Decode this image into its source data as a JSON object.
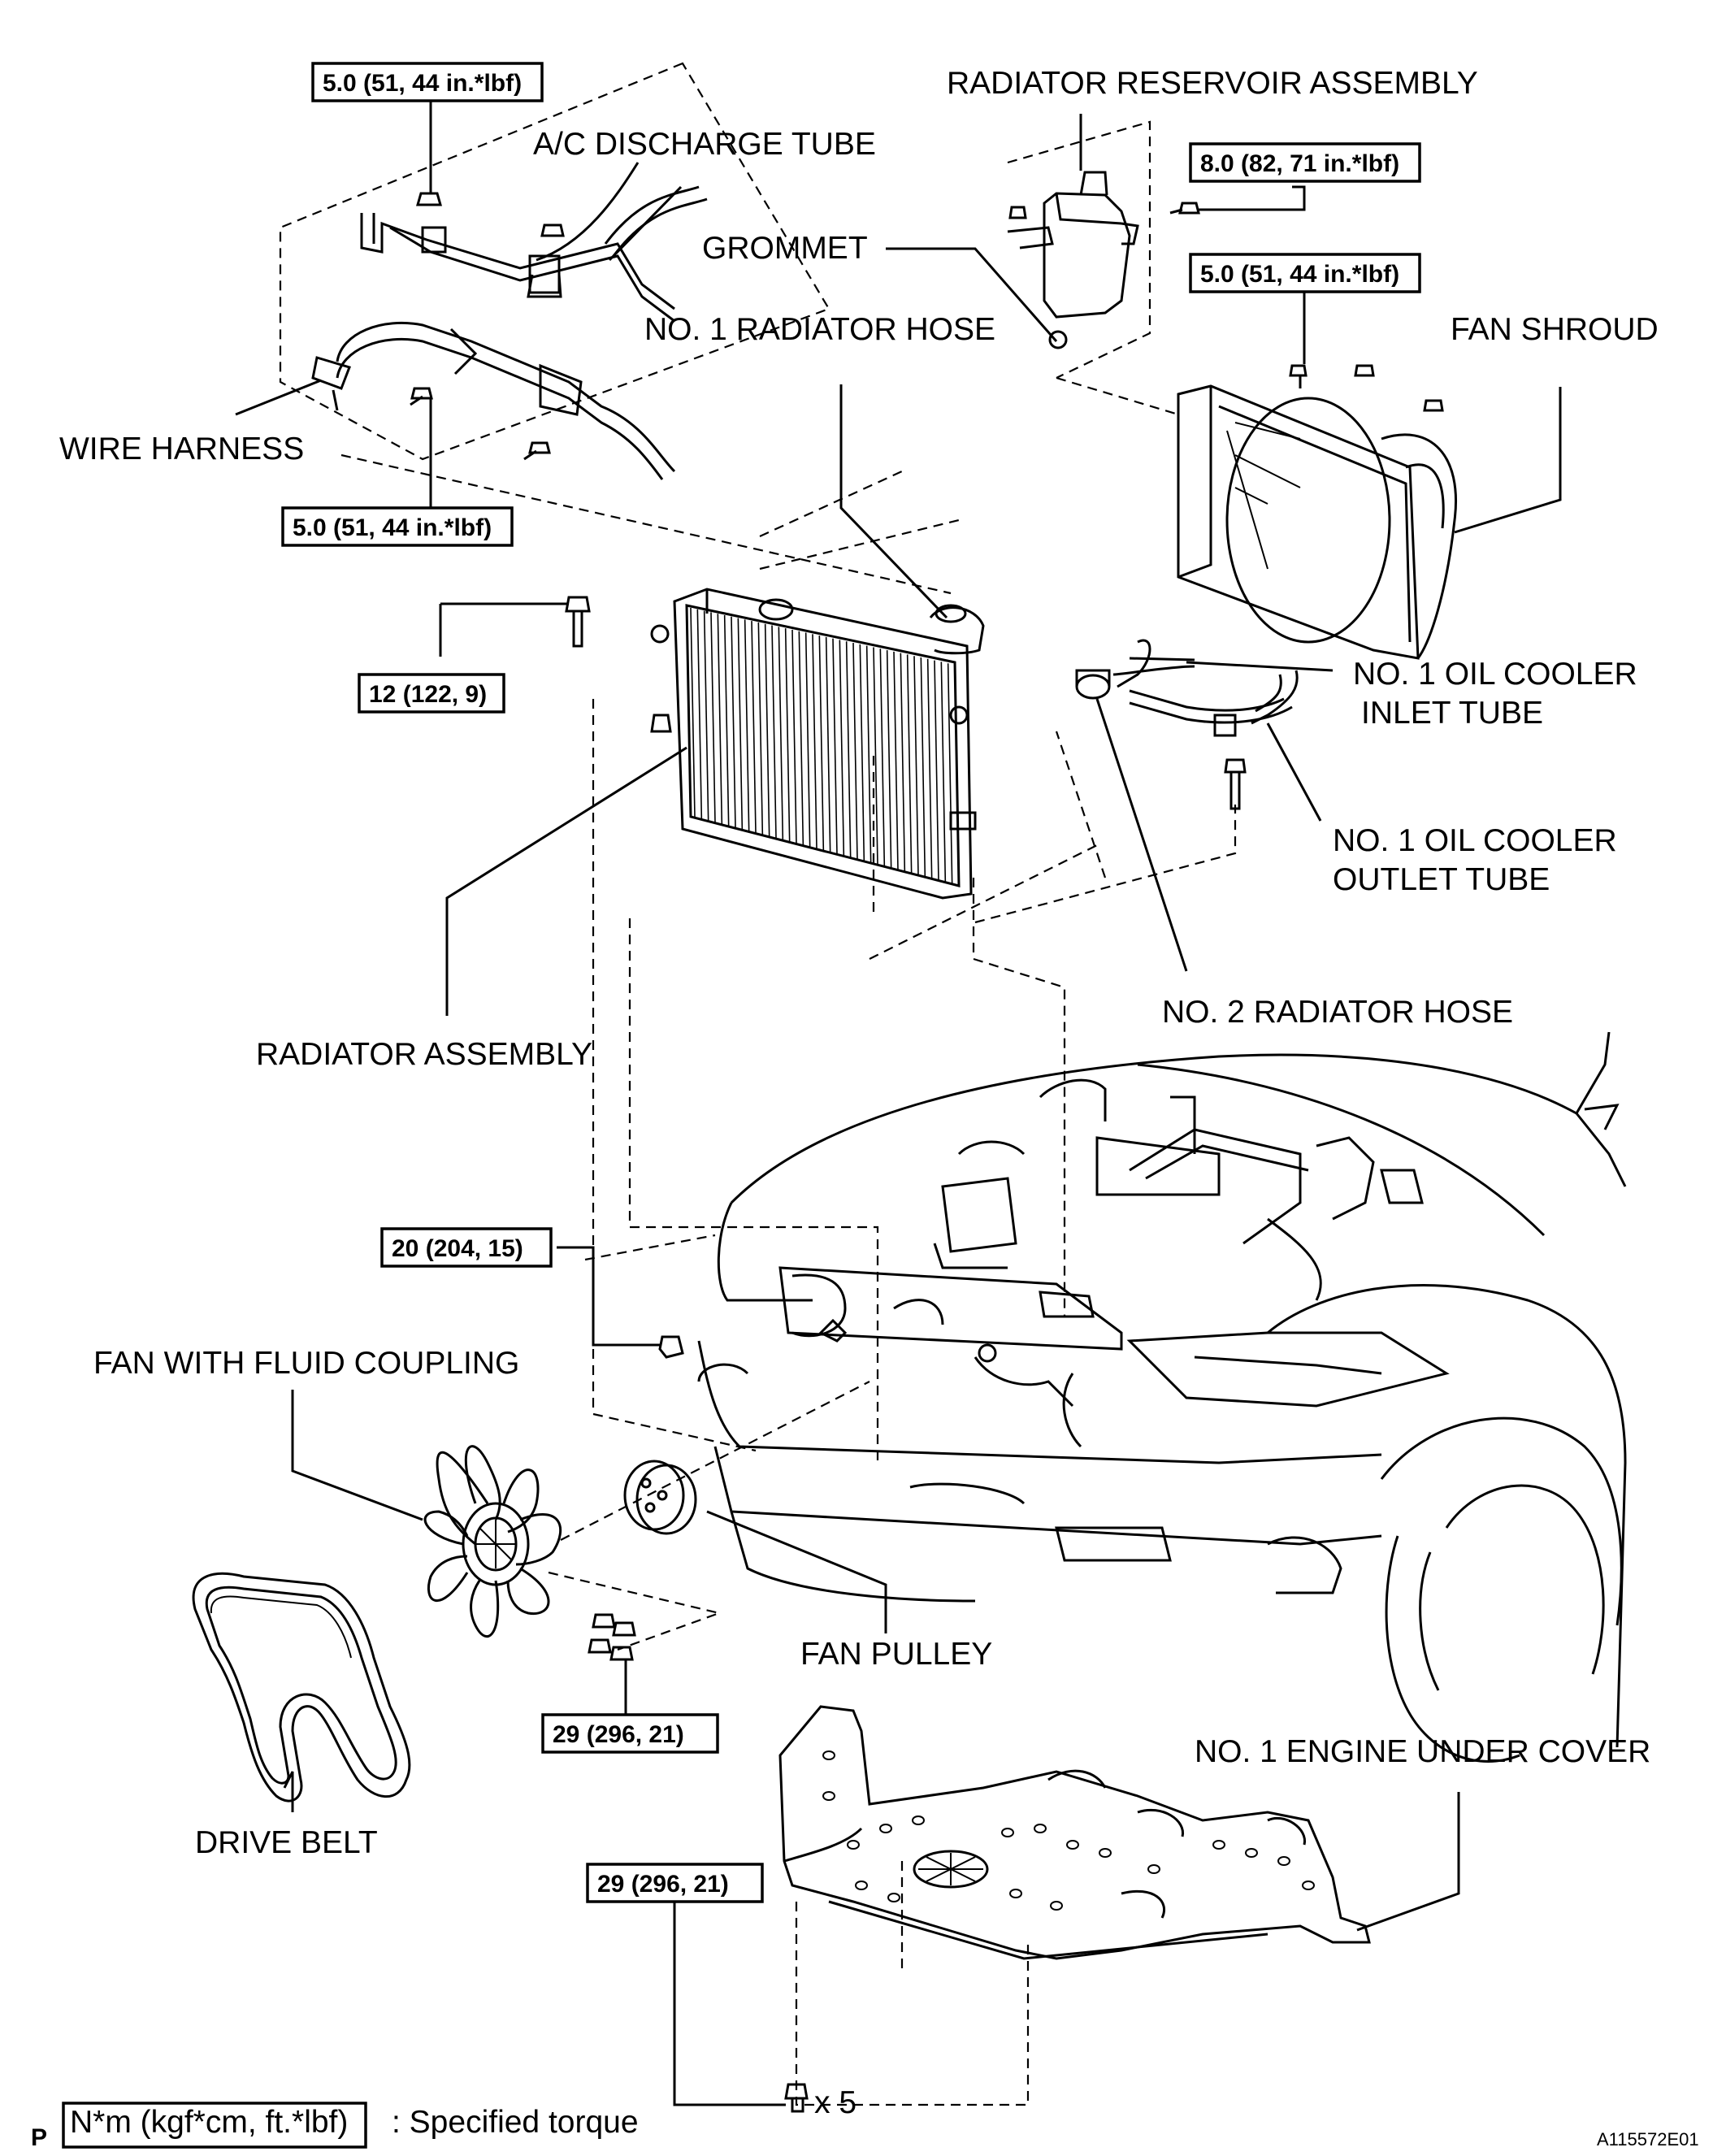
{
  "labels": {
    "radiator_reservoir_assembly": "RADIATOR RESERVOIR ASSEMBLY",
    "ac_discharge_tube": "A/C DISCHARGE TUBE",
    "grommet": "GROMMET",
    "no1_radiator_hose": "NO. 1 RADIATOR HOSE",
    "fan_shroud": "FAN SHROUD",
    "wire_harness": "WIRE HARNESS",
    "no1_oil_cooler_inlet_tube_line1": "NO. 1 OIL COOLER",
    "no1_oil_cooler_inlet_tube_line2": "INLET TUBE",
    "no1_oil_cooler_outlet_tube_line1": "NO. 1 OIL COOLER",
    "no1_oil_cooler_outlet_tube_line2": "OUTLET TUBE",
    "no2_radiator_hose": "NO. 2 RADIATOR HOSE",
    "radiator_assembly": "RADIATOR ASSEMBLY",
    "fan_with_fluid_coupling": "FAN WITH FLUID COUPLING",
    "fan_pulley": "FAN PULLEY",
    "drive_belt": "DRIVE BELT",
    "no1_engine_under_cover": "NO. 1 ENGINE UNDER COVER"
  },
  "torque_specs": {
    "ac_tube_top": "5.0 (51, 44 in.*lbf)",
    "ac_tube_bottom": "5.0 (51, 44 in.*lbf)",
    "reservoir": "8.0 (82, 71 in.*lbf)",
    "fan_shroud": "5.0 (51, 44 in.*lbf)",
    "radiator_bolt": "12 (122, 9)",
    "body_nut": "20 (204, 15)",
    "fan_nuts": "29 (296, 21)",
    "under_cover": "29 (296, 21)"
  },
  "quantity": "x 5",
  "legend": {
    "unit": "N*m (kgf*cm, ft.*lbf)",
    "description": ": Specified torque"
  },
  "footer": {
    "section_letter": "P",
    "figure_id": "A115572E01"
  }
}
